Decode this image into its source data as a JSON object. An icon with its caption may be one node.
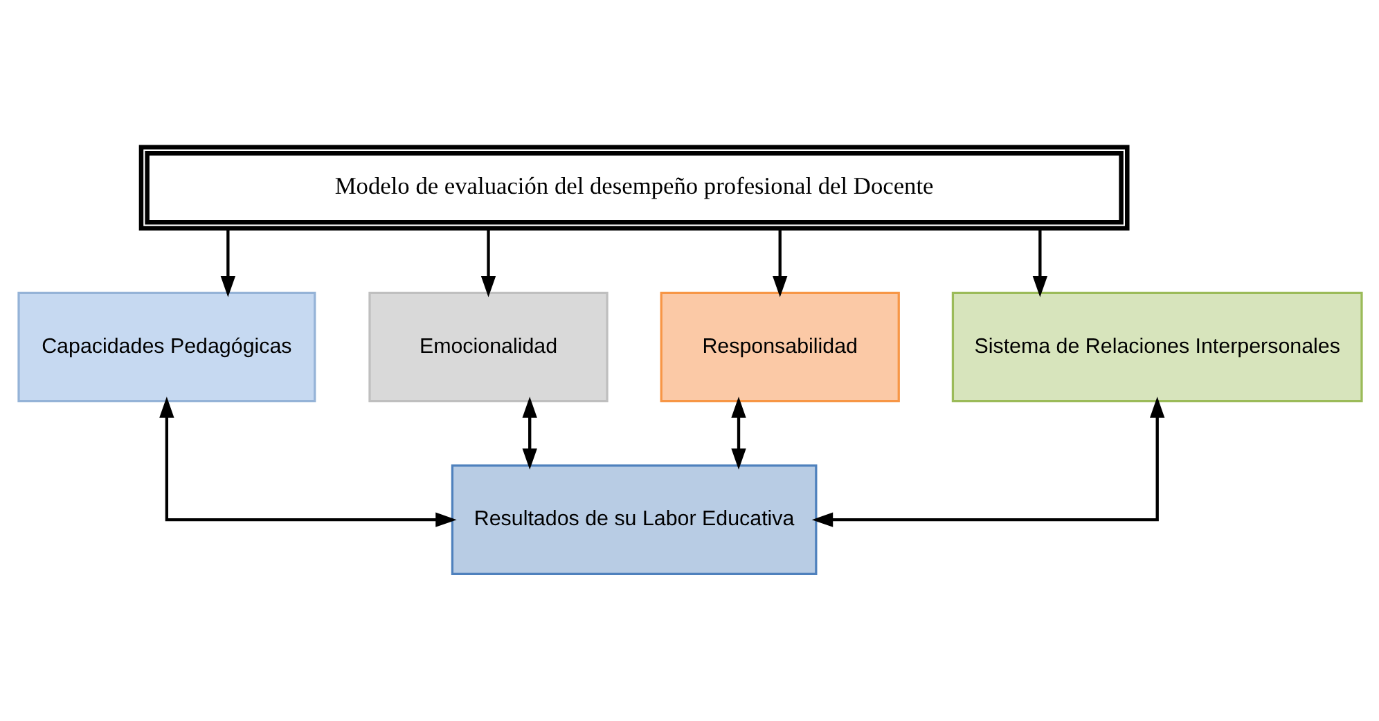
{
  "diagram": {
    "nodes": [
      {
        "text": [
          "Modelo de evaluación del desempeño profesional del Docente"
        ]
      },
      {
        "text": [
          "Capacidades Pedagógicas"
        ]
      },
      {
        "text": [
          "Emocionalidad"
        ]
      },
      {
        "text": [
          "Responsabilidad"
        ]
      },
      {
        "text": [
          "Sistema de Relaciones Interpersonales"
        ]
      },
      {
        "text": [
          "Resultados de su Labor Educativa"
        ]
      }
    ],
    "edges": [
      {
        "from": 0,
        "to": 1,
        "arrow": "to"
      },
      {
        "from": 0,
        "to": 2,
        "arrow": "to"
      },
      {
        "from": 0,
        "to": 3,
        "arrow": "to"
      },
      {
        "from": 0,
        "to": 4,
        "arrow": "to"
      },
      {
        "from": 5,
        "to": 1,
        "arrow": "both"
      },
      {
        "from": 5,
        "to": 2,
        "arrow": "both"
      },
      {
        "from": 5,
        "to": 3,
        "arrow": "both"
      },
      {
        "from": 5,
        "to": 4,
        "arrow": "both"
      }
    ]
  }
}
